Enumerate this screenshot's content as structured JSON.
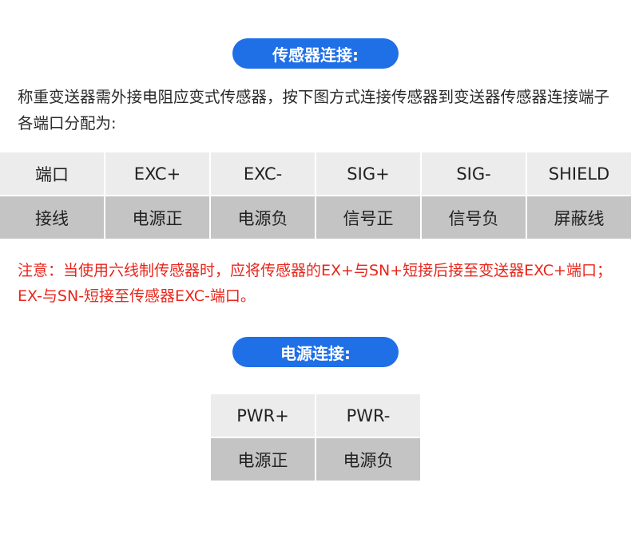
{
  "sections": {
    "sensor": {
      "title": "传感器连接:",
      "intro": "称重变送器需外接电阻应变式传感器，按下图方式连接传感器到变送器传感器连接端子各端口分配为:",
      "table": {
        "header": [
          "端口",
          "EXC+",
          "EXC-",
          "SIG+",
          "SIG-",
          "SHIELD"
        ],
        "row": [
          "接线",
          "电源正",
          "电源负",
          "信号正",
          "信号负",
          "屏蔽线"
        ]
      },
      "note": "注意：当使用六线制传感器时，应将传感器的EX+与SN+短接后接至变送器EXC+端口；EX-与SN-短接至传感器EXC-端口。"
    },
    "power": {
      "title": "电源连接:",
      "table": {
        "header": [
          "PWR+",
          "PWR-"
        ],
        "row": [
          "电源正",
          "电源负"
        ]
      }
    }
  },
  "colors": {
    "accent": "#1f6fe6",
    "note": "#e8261c",
    "table_header_bg": "#ececec",
    "table_row_bg": "#c4c4c4"
  }
}
